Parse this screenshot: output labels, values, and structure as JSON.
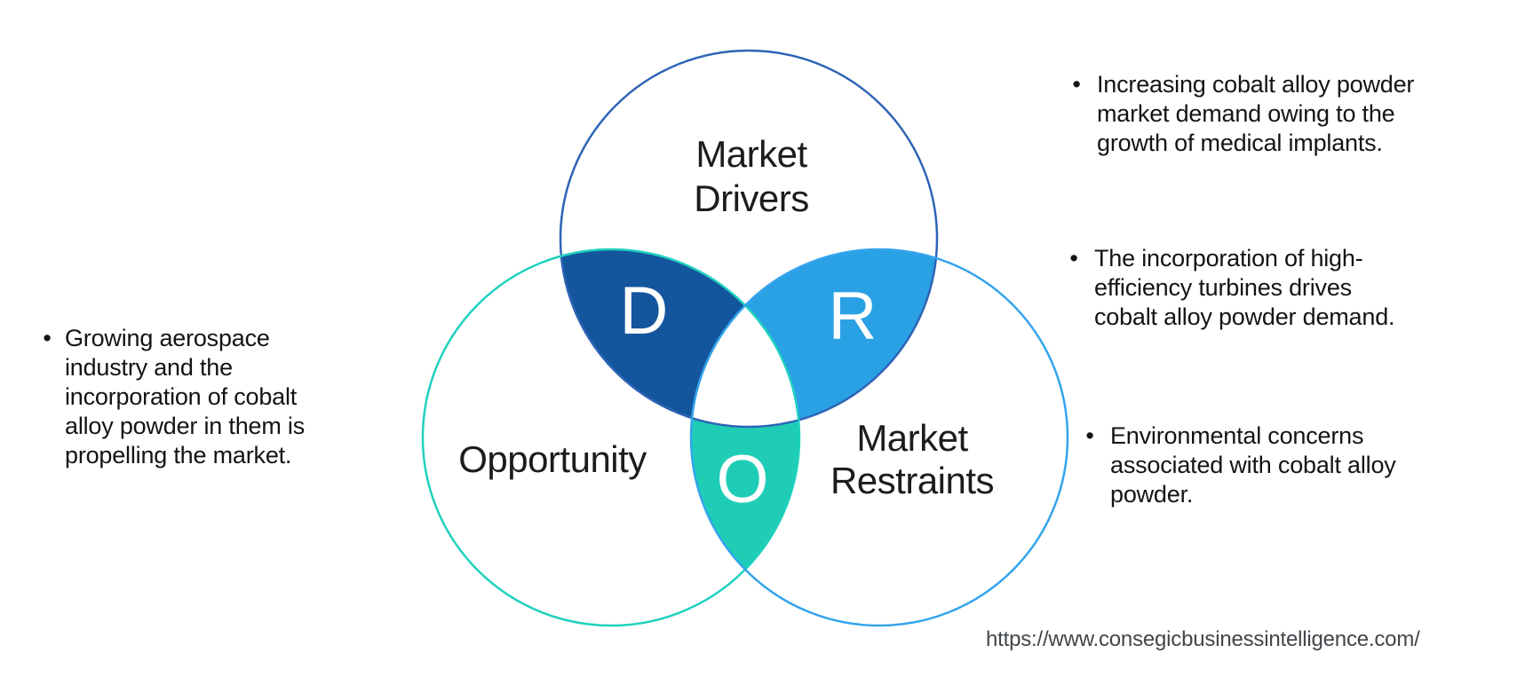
{
  "venn": {
    "label_color": "#1c1c1c",
    "letter_color": "#ffffff",
    "center_fill": "#ffffff",
    "drivers": {
      "label_line1": "Market",
      "label_line2": "Drivers",
      "letter": "D",
      "stroke": "#2e64b6",
      "fill": "#14569d"
    },
    "opportunity": {
      "label": "Opportunity",
      "letter": "O",
      "stroke": "#1fd1bf",
      "fill": "#1fcdb6"
    },
    "restraints": {
      "label_line1": "Market",
      "label_line2": "Restraints",
      "letter": "R",
      "stroke": "#33a4ec",
      "fill": "#2aa1e5"
    }
  },
  "bullets": {
    "left": [
      {
        "marker": "•",
        "text": "Growing aerospace\nindustry and the\nincorporation of cobalt\nalloy powder in them is\npropelling the market."
      }
    ],
    "right": [
      {
        "marker": "•",
        "text": "Increasing cobalt alloy powder\nmarket demand owing to the\ngrowth of medical implants."
      },
      {
        "marker": "•",
        "text": "The incorporation of high-\nefficiency turbines drives\ncobalt alloy powder demand."
      },
      {
        "marker": "•",
        "text": "Environmental concerns\nassociated with cobalt alloy\npowder."
      }
    ],
    "text_color": "#141414"
  },
  "footer": {
    "url": "https://www.consegicbusinessintelligence.com/",
    "url_color": "#41464b"
  }
}
